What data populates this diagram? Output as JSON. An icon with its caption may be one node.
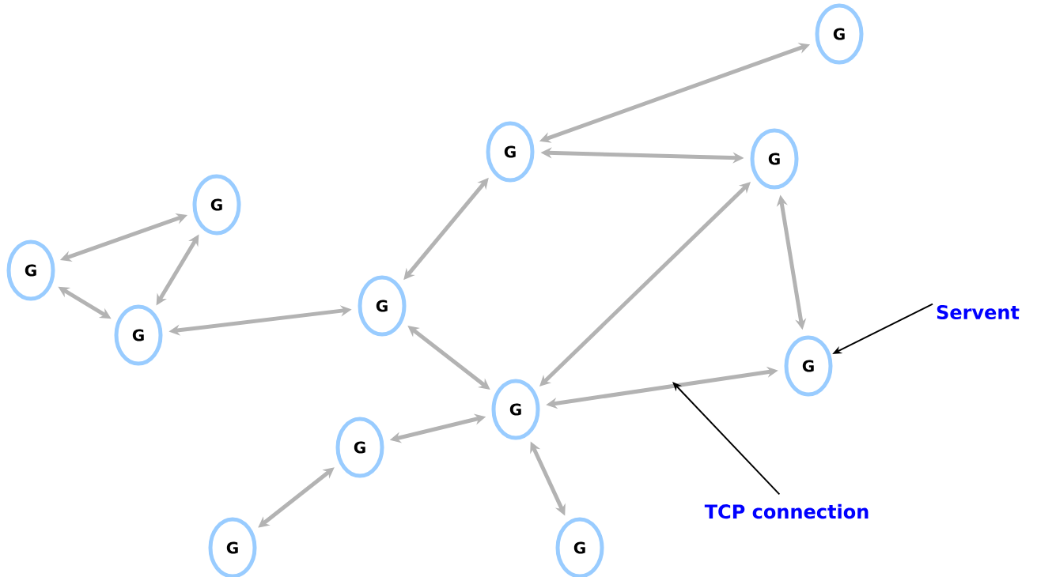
{
  "diagram": {
    "nodes": [
      {
        "text": [
          "G"
        ]
      },
      {
        "text": [
          "G"
        ]
      },
      {
        "text": [
          "G"
        ]
      },
      {
        "text": [
          "G"
        ]
      },
      {
        "text": [
          "G"
        ]
      },
      {
        "text": [
          "G"
        ]
      },
      {
        "text": [
          "G"
        ]
      },
      {
        "text": [
          "G"
        ]
      },
      {
        "text": [
          "G"
        ]
      },
      {
        "text": [
          "G"
        ]
      },
      {
        "text": [
          "G"
        ]
      },
      {
        "text": [
          "G"
        ]
      },
      {
        "text": [
          "Servent"
        ]
      },
      {
        "text": [
          "TCP connection"
        ]
      }
    ],
    "edges": [
      {
        "from": 1,
        "to": 0,
        "arrow": "both"
      },
      {
        "from": 1,
        "to": 2,
        "arrow": "both"
      },
      {
        "from": 4,
        "to": 3,
        "arrow": "both"
      },
      {
        "from": 6,
        "to": 3,
        "arrow": "both"
      },
      {
        "from": 4,
        "to": 6,
        "arrow": "both"
      },
      {
        "from": 6,
        "to": 5,
        "arrow": "both"
      },
      {
        "from": 5,
        "to": 1,
        "arrow": "both"
      },
      {
        "from": 5,
        "to": 8,
        "arrow": "both"
      },
      {
        "from": 8,
        "to": 2,
        "arrow": "both"
      },
      {
        "from": 2,
        "to": 7,
        "arrow": "both"
      },
      {
        "from": 8,
        "to": 7,
        "arrow": "both"
      },
      {
        "from": 9,
        "to": 8,
        "arrow": "both"
      },
      {
        "from": 10,
        "to": 9,
        "arrow": "both"
      },
      {
        "from": 8,
        "to": 11,
        "arrow": "both"
      },
      {
        "from": 12,
        "to": 7,
        "arrow": "to",
        "color": "#000000"
      },
      {
        "from": 13,
        "to": null,
        "arrow": "to",
        "color": "#000000"
      }
    ]
  }
}
